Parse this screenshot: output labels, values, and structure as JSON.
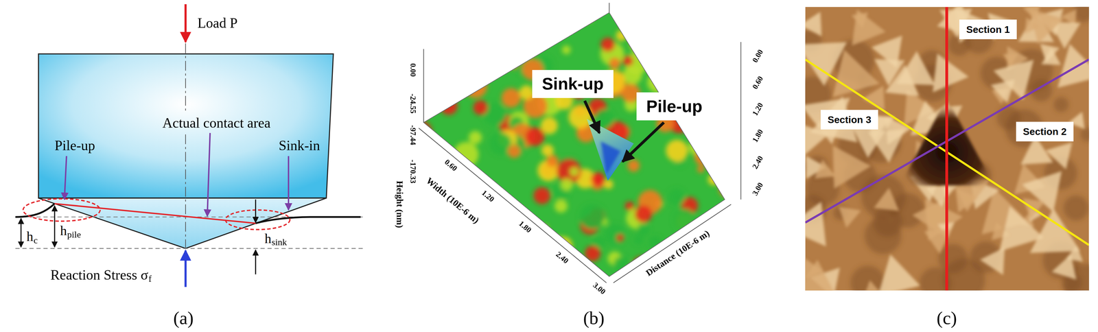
{
  "diagram": {
    "nodes": [
      {
        "text": [
          "Sink-up"
        ]
      },
      {
        "text": [
          "Pile-up"
        ]
      },
      {
        "text": [
          "Section 1"
        ]
      },
      {
        "text": [
          "Section 3"
        ]
      },
      {
        "text": [
          "Section 2"
        ]
      }
    ],
    "labels": [
      "Load P",
      "Actual contact area",
      "Pile-up",
      "Sink-in",
      "h",
      "c",
      "h",
      "pile",
      "h",
      "sink",
      "Reaction Stress σ",
      "f",
      "(a)",
      "0.00",
      "-24.55",
      "-97.44",
      "-170.33",
      "Height (nm)",
      "0.60",
      "1.20",
      "1.80",
      "2.40",
      "3.00",
      "Width (10E-6 m)",
      "0.00",
      "0.60",
      "1.20",
      "1.80",
      "2.40",
      "3.00",
      "Distance (10E-6 m)",
      "(b)",
      "(c)"
    ]
  }
}
